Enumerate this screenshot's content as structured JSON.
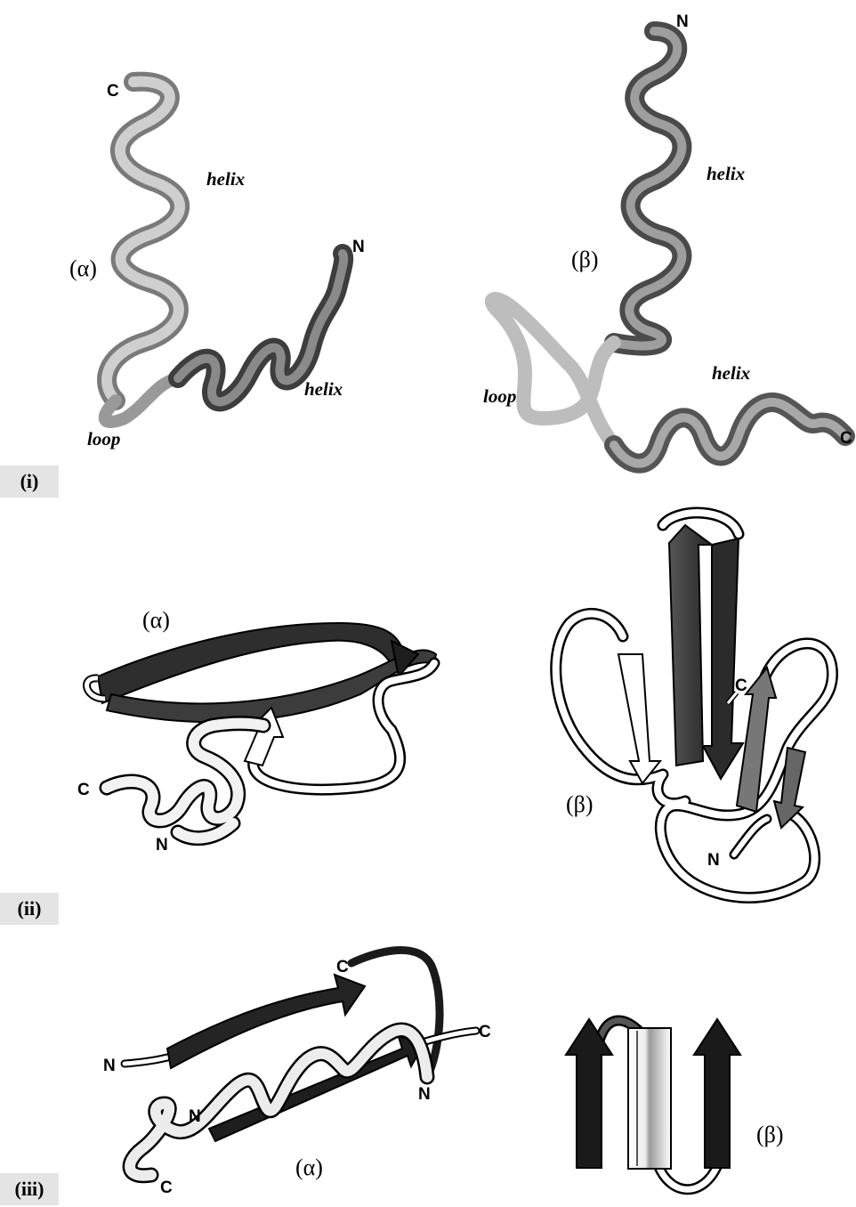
{
  "panels": [
    {
      "label": "(i)",
      "alpha": {
        "tag": "(α)",
        "c": "C",
        "n": "N",
        "helix_top": "helix",
        "helix_bottom": "helix",
        "loop": "loop"
      },
      "beta": {
        "tag": "(β)",
        "n": "N",
        "c": "C",
        "helix_top": "helix",
        "helix_bottom": "helix",
        "loop": "loop"
      }
    },
    {
      "label": "(ii)",
      "alpha": {
        "tag": "(α)",
        "c": "C",
        "n": "N"
      },
      "beta": {
        "tag": "(β)",
        "c": "C",
        "n": "N"
      }
    },
    {
      "label": "(iii)",
      "alpha": {
        "tag": "(α)",
        "n1": "N",
        "c1": "C",
        "c2": "C",
        "n2": "N",
        "n3": "N",
        "c3": "C"
      },
      "beta": {
        "tag": "(β)"
      }
    }
  ]
}
